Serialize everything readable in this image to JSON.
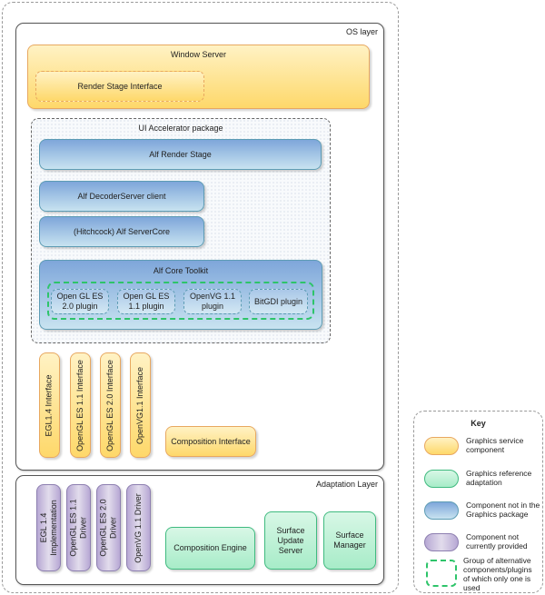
{
  "outer_frame": {},
  "os_layer": {
    "title": "OS layer",
    "window_server": {
      "title": "Window Server",
      "render_stage_interface": "Render Stage Interface"
    },
    "ui_accelerator": {
      "title": "UI Accelerator package",
      "alf_render_stage": "Alf Render Stage",
      "alf_decoderserver_client": "Alf DecoderServer client",
      "alf_servercore": "(Hitchcock) Alf ServerCore",
      "alf_core_toolkit": {
        "title": "Alf Core Toolkit",
        "plugins": [
          {
            "line1": "Open GL ES",
            "line2": "2.0 plugin"
          },
          {
            "line1": "Open GL ES",
            "line2": "1.1 plugin"
          },
          {
            "line1": "OpenVG 1.1",
            "line2": "plugin"
          },
          {
            "line1": "BitGDI plugin",
            "line2": ""
          }
        ]
      }
    },
    "interfaces": [
      "EGL1.4 Interface",
      "OpenGL ES 1.1 Interface",
      "OpenGL ES 2.0 Interface",
      "OpenVG1.1 Interface"
    ],
    "composition_interface": "Composition Interface"
  },
  "adaptation_layer": {
    "title": "Adaptation Layer",
    "drivers": [
      {
        "line1": "EGL 1.4",
        "line2": "Implementation"
      },
      {
        "line1": "OpenGL ES 1.1",
        "line2": "Driver"
      },
      {
        "line1": "OpenGL ES 2.0",
        "line2": "Driver"
      },
      {
        "line1": "OpenVG 1.1 Driver",
        "line2": ""
      }
    ],
    "composition_engine": "Composition Engine",
    "surface_update_server": {
      "line1": "Surface",
      "line2": "Update",
      "line3": "Server"
    },
    "surface_manager": {
      "line1": "Surface",
      "line2": "Manager"
    }
  },
  "key": {
    "title": "Key",
    "items": [
      {
        "line1": "Graphics service",
        "line2": "component",
        "line3": "",
        "line4": "",
        "color": "#fed86a"
      },
      {
        "line1": "Graphics reference",
        "line2": "adaptation",
        "line3": "",
        "line4": "",
        "color": "#a7ecc8"
      },
      {
        "line1": "Component not in the",
        "line2": "Graphics package",
        "line3": "",
        "line4": "",
        "color": "#7ea6da"
      },
      {
        "line1": "Component not",
        "line2": "currently provided",
        "line3": "",
        "line4": "",
        "color": "#b7a8d4"
      },
      {
        "line1": "Group of alternative",
        "line2": "components/plugins",
        "line3": "of which only one is",
        "line4": "used",
        "color": "#2ec46a"
      }
    ]
  }
}
